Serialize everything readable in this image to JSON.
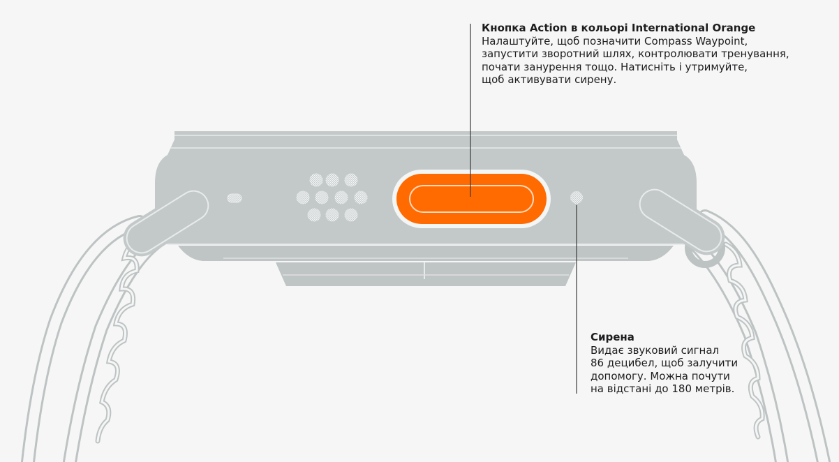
{
  "callouts": {
    "action_button": {
      "title": "Кнопка Action в кольорі International Orange",
      "lines": [
        "Налаштуйте, щоб позначити Compass Waypoint,",
        "запустити зворотний шлях, контролювати тренування,",
        "почати занурення тощо. Натисніть і утримуйте,",
        "щоб активувати сирену."
      ]
    },
    "siren": {
      "title": "Сирена",
      "lines": [
        "Видає звуковий сигнал",
        "86 децибел, щоб залучити",
        "допомогу. Можна почути",
        "на відстані до 180 метрів."
      ]
    }
  },
  "colors": {
    "background": "#f6f6f6",
    "case": "#c3c8c8",
    "case_shadow": "#b3b9b9",
    "highlight": "#e8ebeb",
    "band": "#bdc3c3",
    "action_button": "#ff6b00",
    "leader_line": "#3a3a3a"
  },
  "icons": {
    "speaker": "speaker-grille-icon",
    "microphone": "microphone-hole-icon",
    "siren": "siren-hole-icon"
  }
}
